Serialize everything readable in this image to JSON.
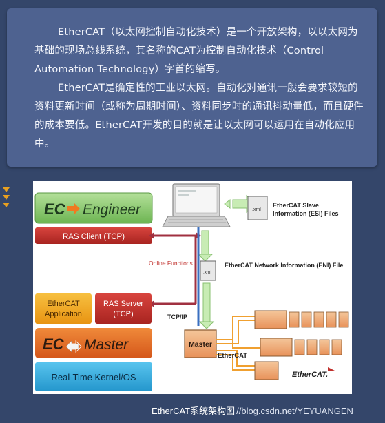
{
  "paragraphs": [
    "EtherCAT（以太网控制自动化技术）是一个开放架构，以以太网为基础的现场总线系统，其名称的CAT为控制自动化技术（Control Automation Technology）字首的缩写。",
    "EtherCAT是确定性的工业以太网。自动化对通讯一般会要求较短的资料更新时间（或称为周期时间）、资料同步时的通讯抖动量低，而且硬件的成本要低。EtherCAT开发的目的就是让以太网可以运用在自动化应用中。"
  ],
  "diagram": {
    "engineer": {
      "ec": "EC",
      "name": "Engineer"
    },
    "ras_client": "RAS Client (TCP)",
    "ethercat_app": [
      "EtherCAT",
      "Application"
    ],
    "ras_server": [
      "RAS Server",
      "(TCP)"
    ],
    "master_box": {
      "ec": "EC",
      "name": "Master"
    },
    "kernel": "Real-Time Kernel/OS",
    "esi_label": [
      "EtherCAT Slave",
      "Information (ESI) Files"
    ],
    "xml_label": ".xml",
    "eni_label": "EtherCAT Network Information (ENI) File",
    "online_functions": "Online Functions",
    "tcp_ip": "TCP/IP",
    "master_device": "Master",
    "ethercat_bus": "EtherCAT",
    "logo": "EtherCAT."
  },
  "caption": {
    "title": "EtherCAT系统架构图",
    "source": "//blog.csdn.net/YEYUANGEN"
  },
  "colors": {
    "background": "#34466a",
    "card": "#4e6290",
    "engineer_green": "#8cc873",
    "ras_red": "#c0302c",
    "app_orange": "#f0a020",
    "master_orange": "#e26a22",
    "kernel_blue": "#36aee0",
    "bus_orange": "#f0a030"
  }
}
